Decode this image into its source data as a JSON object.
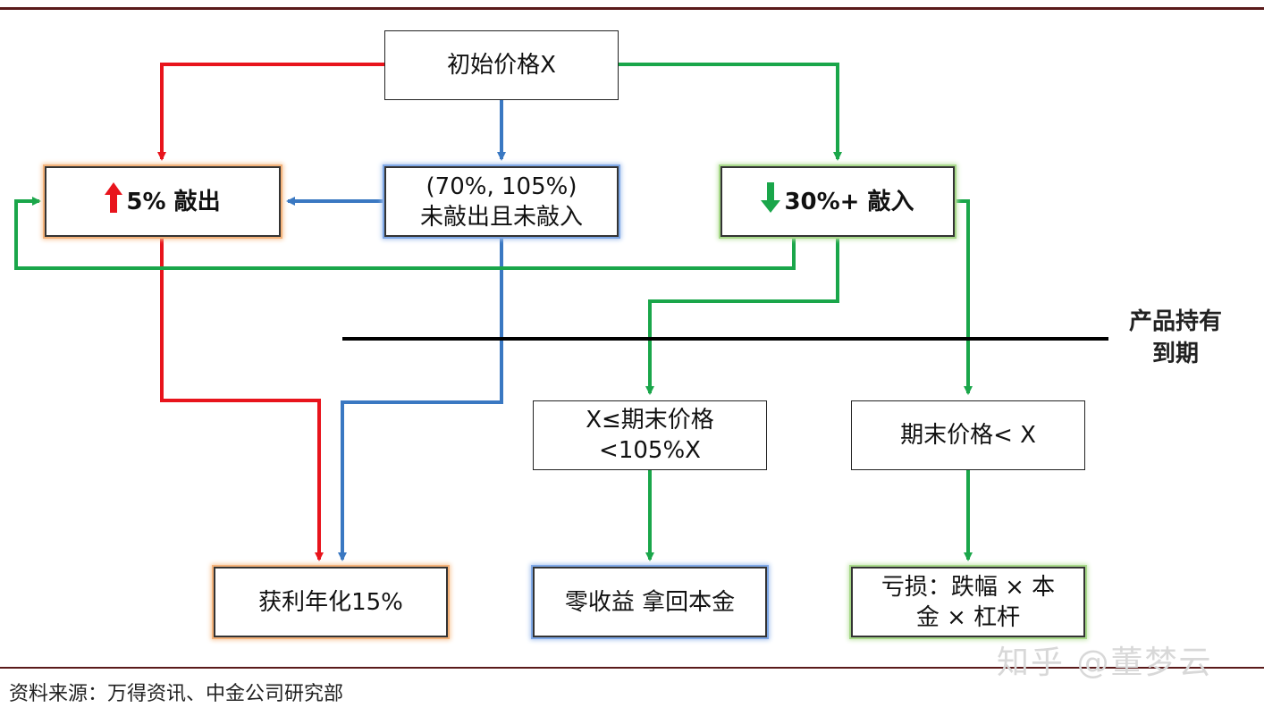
{
  "nodes": {
    "start": "初始价格X",
    "knockout": "5% 敲出",
    "neither_line1": "(70%, 105%)",
    "neither_line2": "未敲出且未敲入",
    "knockin": "30%+ 敲入",
    "mid_line1": "X≤期末价格",
    "mid_line2": "<105%X",
    "below": "期末价格< X",
    "profit": "获利年化15%",
    "zero": "零收益 拿回本金",
    "loss_line1": "亏损：跌幅 × 本",
    "loss_line2": "金 × 杠杆"
  },
  "side_label": {
    "line1": "产品持有",
    "line2": "到期"
  },
  "source": "资料来源：万得资讯、中金公司研究部",
  "watermark": "知乎 @董梦云",
  "colors": {
    "red": "#e8141c",
    "blue": "#3a78c2",
    "green": "#1aa64a",
    "rule": "#5a1a1a",
    "up_arrow": "#e8141c",
    "down_arrow": "#1aa64a"
  },
  "icons": {
    "up": "up-arrow-icon",
    "down": "down-arrow-icon"
  }
}
